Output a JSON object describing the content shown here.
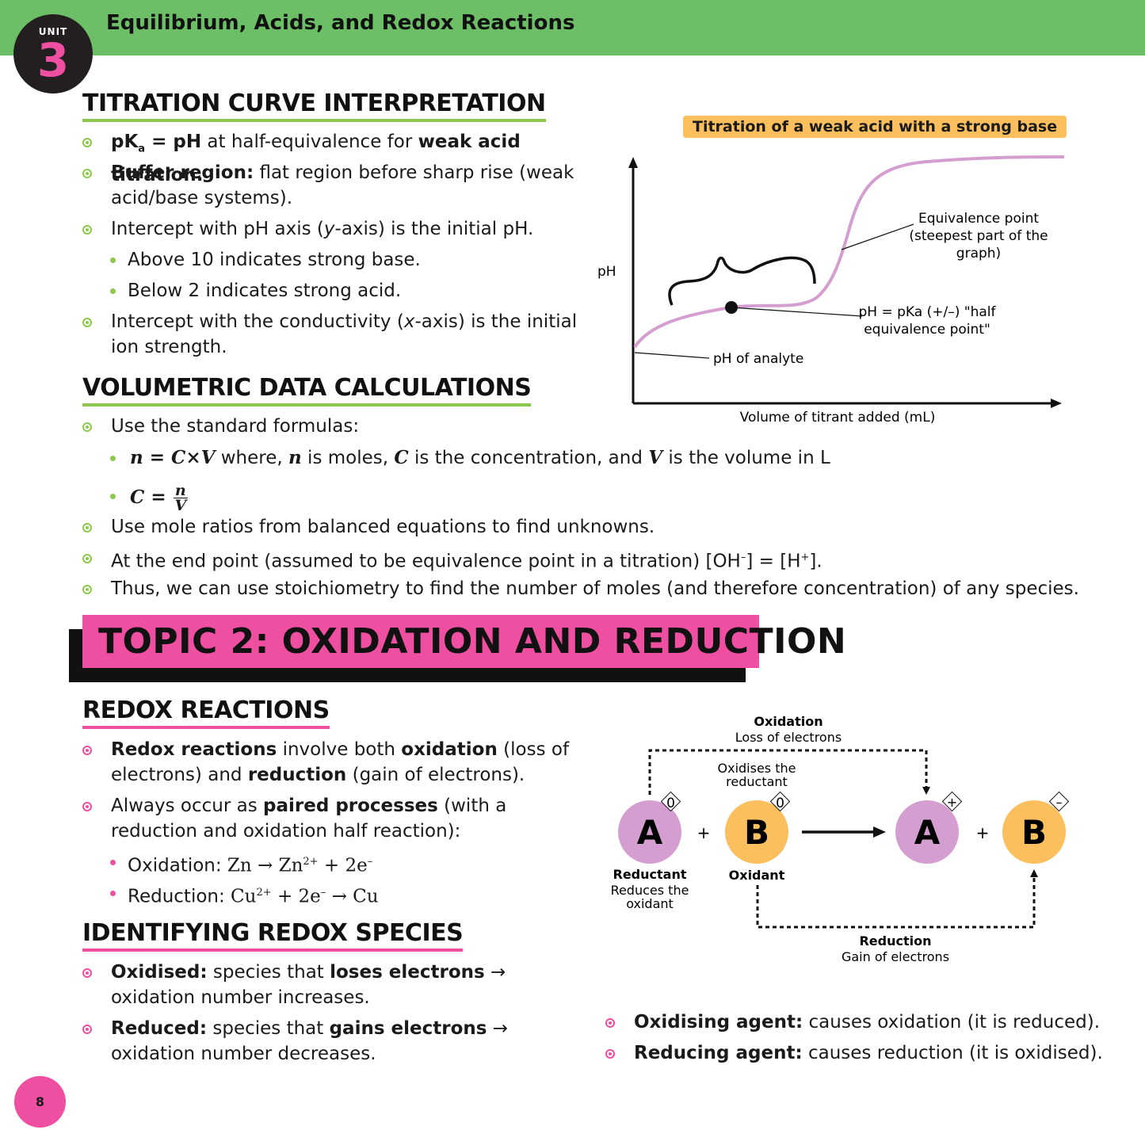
{
  "header": {
    "unit_label": "UNIT",
    "unit_number": "3",
    "title": "Equilibrium, Acids, and Redox Reactions"
  },
  "titration": {
    "heading": "TITRATION CURVE INTERPRETATION",
    "b1_pk": "pK",
    "b1_sub": "a",
    "b1_eq": " = pH",
    "b1_mid": " at half-equivalence for ",
    "b1_bold": "weak acid titration.",
    "b2_bold": "Buffer region:",
    "b2_rest1": " flat region before sharp rise (weak",
    "b2_rest2": "acid/base systems).",
    "b3_pre": "Intercept with pH axis (",
    "b3_it": "y",
    "b3_post": "-axis) is the initial pH.",
    "s1": "Above 10 indicates strong base.",
    "s2": "Below 2 indicates strong acid.",
    "b4_pre": "Intercept with the conductivity (",
    "b4_it": "x",
    "b4_post": "-axis) is the initial",
    "b4_line2": "ion strength."
  },
  "chart": {
    "title": "Titration of a weak acid with a strong base",
    "ylabel": "pH",
    "xlabel": "Volume of titrant added (mL)",
    "ann_eq1": "Equivalence point",
    "ann_eq2": "(steepest part of the",
    "ann_eq3": "graph)",
    "ann_half1": "pH = pKa (+/–) \"half",
    "ann_half2": "equivalence point\"",
    "ann_analyte": "pH of analyte",
    "curve_color": "#d49fd0"
  },
  "volumetric": {
    "heading": "VOLUMETRIC DATA CALCULATIONS",
    "b1": "Use the standard formulas:",
    "f1": "n = C×V",
    "f1_t1": " where, ",
    "f1_n": "n",
    "f1_t2": " is moles, ",
    "f1_c": "C",
    "f1_t3": " is the concentration, and ",
    "f1_v": "V",
    "f1_t4": " is the volume in L",
    "f2_lhs": "C =",
    "f2_num": "n",
    "f2_den": "V",
    "b2": "Use mole ratios from balanced equations to find unknowns.",
    "b3_pre": "At the end point (assumed to be equivalence point in a titration) [OH",
    "b3_sup1": "–",
    "b3_mid": "] = [H",
    "b3_sup2": "+",
    "b3_post": "].",
    "b4": "Thus, we can use stoichiometry to find the number of moles (and therefore concentration) of any species."
  },
  "topic": {
    "title": "TOPIC 2: OXIDATION AND REDUCTION"
  },
  "redox": {
    "heading": "REDOX REACTIONS",
    "b1_bold1": "Redox reactions",
    "b1_t1": " involve both ",
    "b1_bold2": "oxidation",
    "b1_t2": " (loss of",
    "b1_t3": "electrons) and ",
    "b1_bold3": "reduction",
    "b1_t4": " (gain of electrons).",
    "b2_t1": "Always occur as ",
    "b2_bold": "paired processes",
    "b2_t2": " (with a",
    "b2_t3": "reduction and oxidation half reaction):",
    "s1_label": "Oxidation: ",
    "s1_a": "Zn → Zn",
    "s1_sup": "2+",
    "s1_b": " + 2e",
    "s1_sup2": "–",
    "s2_label": "Reduction: ",
    "s2_a": "Cu",
    "s2_sup": "2+",
    "s2_b": " + 2e",
    "s2_sup2": "–",
    "s2_c": " → Cu"
  },
  "identifying": {
    "heading": "IDENTIFYING REDOX SPECIES",
    "b1_bold1": "Oxidised:",
    "b1_t1": " species that ",
    "b1_bold2": "loses electrons",
    "b1_t2": " →",
    "b1_line2": "oxidation number increases.",
    "b2_bold1": "Reduced:",
    "b2_t1": " species that ",
    "b2_bold2": "gains electrons",
    "b2_t2": " →",
    "b2_line2": "oxidation number decreases."
  },
  "diagram": {
    "ox_title": "Oxidation",
    "ox_sub": "Loss of electrons",
    "oxidises1": "Oxidises the",
    "oxidises2": "reductant",
    "red_title": "Reduction",
    "red_sub": "Gain of electrons",
    "a": "A",
    "b": "B",
    "plus": "+",
    "ox0a": "0",
    "ox0b": "0",
    "oxplus": "+",
    "oxminus": "–",
    "reductant": "Reductant",
    "reductant_sub1": "Reduces the",
    "reductant_sub2": "oxidant",
    "oxidant": "Oxidant",
    "color_a": "#d49fd0",
    "color_b": "#fbbf5e"
  },
  "agents": {
    "b1_bold": "Oxidising agent:",
    "b1_rest": " causes oxidation (it is reduced).",
    "b2_bold": "Reducing agent:",
    "b2_rest": " causes reduction (it is oxidised)."
  },
  "page": {
    "number": "8"
  }
}
